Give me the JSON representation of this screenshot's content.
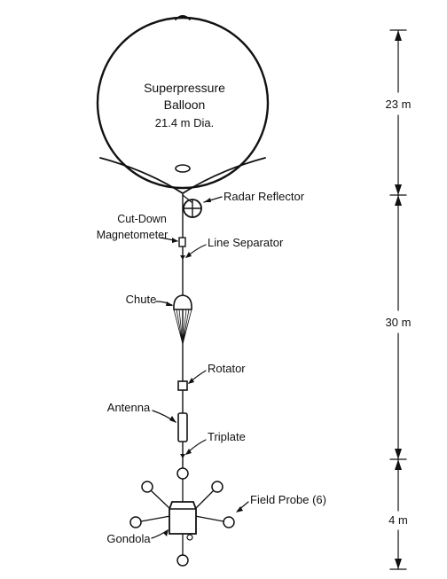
{
  "balloon": {
    "title_line1": "Superpressure",
    "title_line2": "Balloon",
    "diameter": "21.4 m Dia."
  },
  "labels": {
    "radar_reflector": "Radar Reflector",
    "cut_down_line1": "Cut-Down",
    "cut_down_line2": "Magnetometer",
    "line_separator": "Line Separator",
    "chute": "Chute",
    "rotator": "Rotator",
    "antenna": "Antenna",
    "triplate": "Triplate",
    "field_probe": "Field Probe (6)",
    "gondola": "Gondola"
  },
  "dimensions": {
    "top_span": "23 m",
    "middle_span": "30 m",
    "bottom_span": "4 m"
  }
}
